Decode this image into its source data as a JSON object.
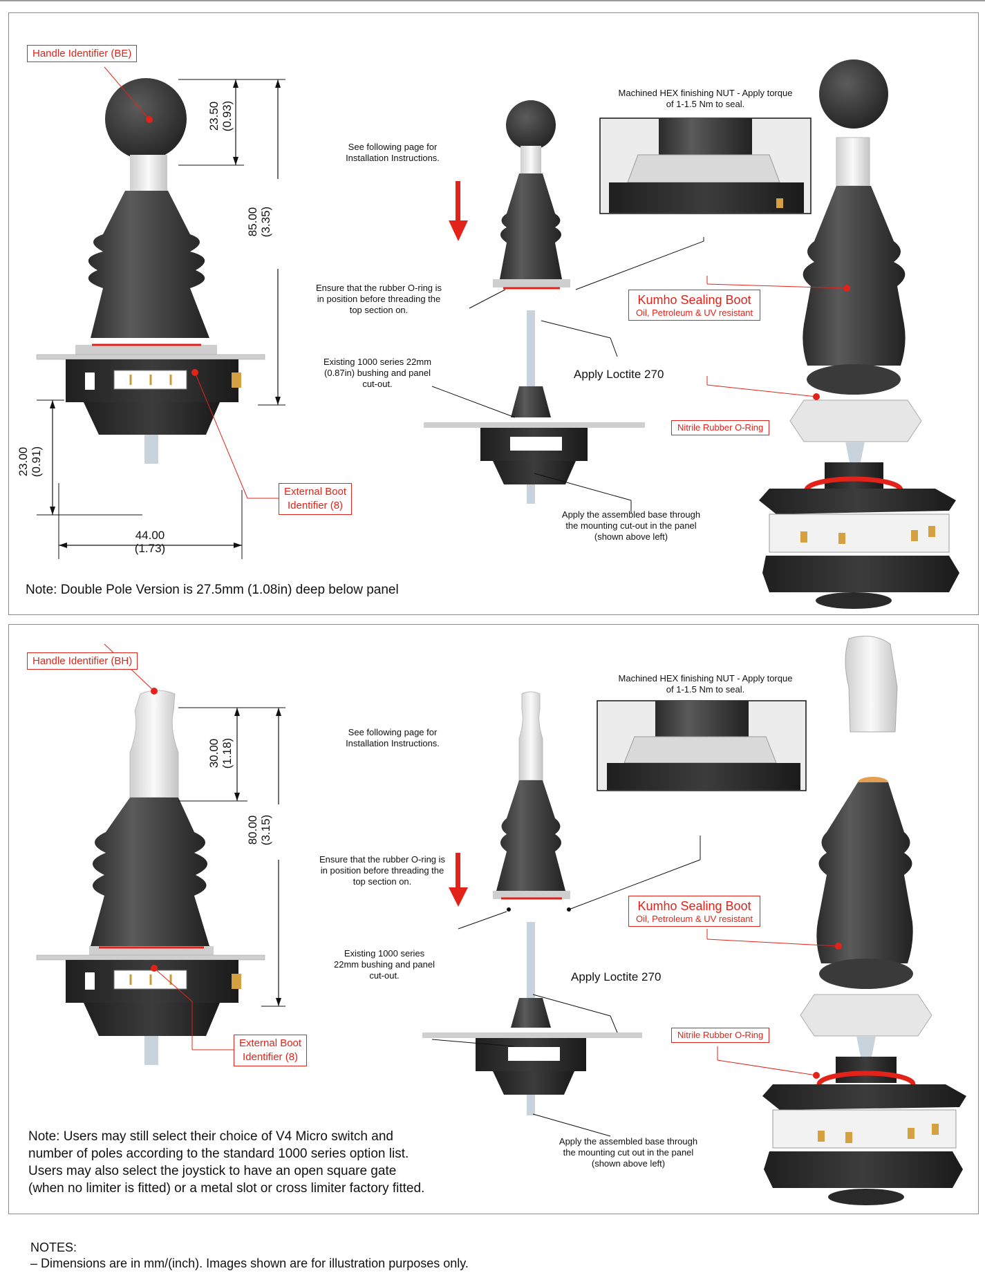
{
  "top": {
    "handle_tag": "Handle Identifier (BE)",
    "dim_knob": "23.50",
    "dim_knob_in": "(0.93)",
    "dim_total": "85.00",
    "dim_total_in": "(3.35)",
    "dim_below": "23.00",
    "dim_below_in": "(0.91)",
    "dim_width": "44.00",
    "dim_width_in": "(1.73)",
    "boot_tag_line1": "External Boot",
    "boot_tag_line2": "Identifier (8)",
    "see_page": "See following page for Installation Instructions.",
    "hex_nut": "Machined HEX finishing NUT - Apply torque of 1-1.5 Nm to seal.",
    "oring_note": "Ensure that the rubber O-ring is in position before threading the top section on.",
    "bushing_note": "Existing 1000 series 22mm (0.87in) bushing and panel cut-out.",
    "loctite": "Apply Loctite 270",
    "base_note": "Apply the assembled base through the mounting cut-out in the panel (shown above left)",
    "kumho_title": "Kumho Sealing Boot",
    "kumho_sub": "Oil, Petroleum & UV resistant",
    "nitrile": "Nitrile Rubber O-Ring",
    "note": "Note: Double Pole Version is 27.5mm (1.08in) deep below panel"
  },
  "bottom": {
    "handle_tag": "Handle Identifier (BH)",
    "dim_handle": "30.00",
    "dim_handle_in": "(1.18)",
    "dim_total": "80.00",
    "dim_total_in": "(3.15)",
    "boot_tag_line1": "External Boot",
    "boot_tag_line2": "Identifier (8)",
    "see_page": "See following page for Installation Instructions.",
    "hex_nut": "Machined HEX finishing NUT - Apply torque of 1-1.5 Nm to seal.",
    "oring_note": "Ensure that the rubber O-ring is in position before threading the top section on.",
    "bushing_note": "Existing 1000 series 22mm bushing and panel cut-out.",
    "loctite": "Apply Loctite 270",
    "base_note": "Apply the assembled base through the mounting cut out in the panel (shown above left)",
    "kumho_title": "Kumho Sealing Boot",
    "kumho_sub": "Oil, Petroleum & UV resistant",
    "nitrile": "Nitrile Rubber O-Ring",
    "note_lines": [
      "Note: Users may still select their choice of V4 Micro switch and",
      "number of poles according to the standard 1000 series option list.",
      "Users may also select the joystick to have an open square gate",
      "(when no limiter is fitted) or a metal slot or cross limiter factory fitted."
    ]
  },
  "notes_title": "NOTES:",
  "notes_line": "–  Dimensions are in  mm/(inch). Images shown are for illustration purposes only.",
  "colors": {
    "accent_red": "#e2231a",
    "rubber": "#3d3d3d",
    "frame": "#8a8a8a"
  }
}
